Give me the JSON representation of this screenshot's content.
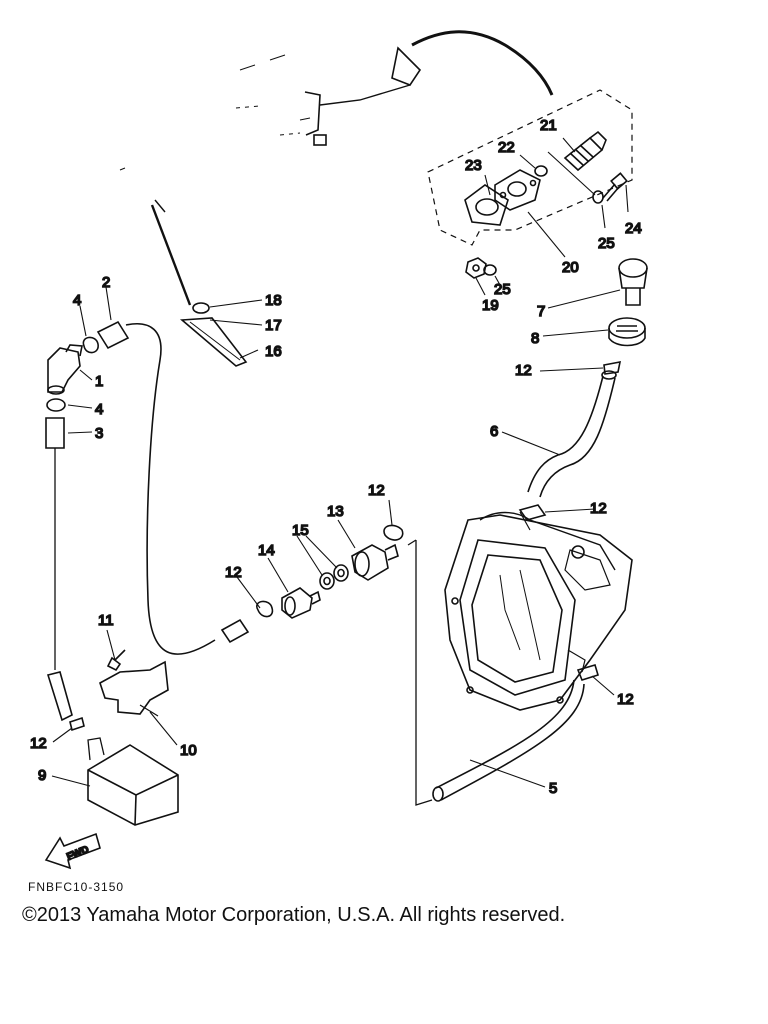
{
  "callouts": [
    "1",
    "2",
    "3",
    "4",
    "4",
    "5",
    "6",
    "7",
    "8",
    "9",
    "10",
    "11",
    "12",
    "12",
    "12",
    "12",
    "12",
    "12",
    "13",
    "14",
    "15",
    "16",
    "17",
    "18",
    "19",
    "20",
    "21",
    "22",
    "23",
    "24",
    "25",
    "25"
  ],
  "fwd_label": "FWD",
  "drawing_code": "FNBFC10-3150",
  "copyright": "©2013 Yamaha Motor Corporation, U.S.A. All rights reserved."
}
